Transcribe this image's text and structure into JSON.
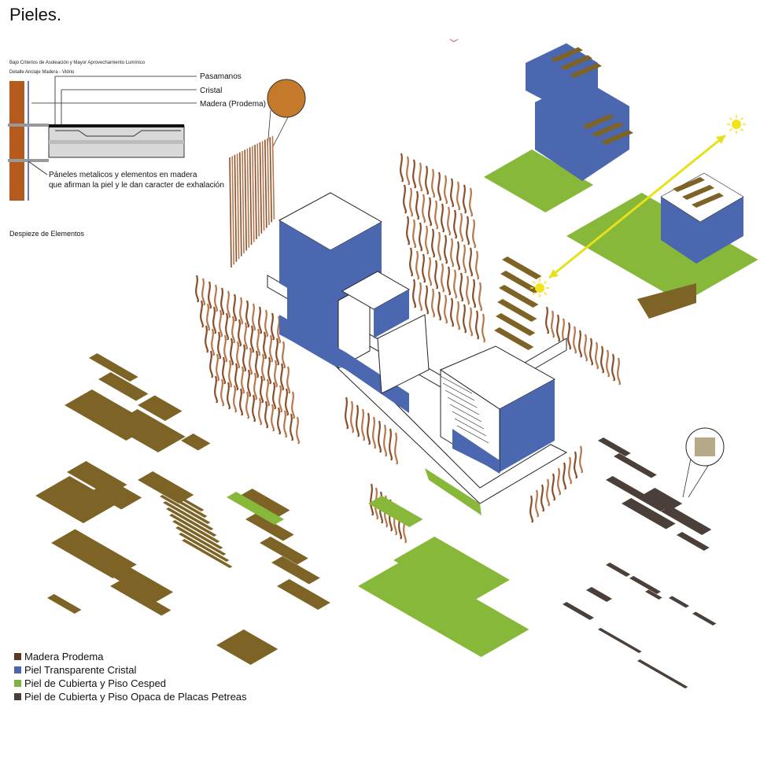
{
  "title": "Pieles.",
  "detail": {
    "note_criteria": "Bajo Criterios de Asoleación y Mayor Aprovechamiento Lumínico",
    "note_detail": "Detalle Anclaje Madera - Vidrio",
    "callouts": [
      "Pasamanos",
      "Cristal",
      "Madera (Prodema)"
    ],
    "panel_note_line1": "Páneles metalicos y elementos en madera",
    "panel_note_line2": "que afirman la piel y le dan caracter de exhalación"
  },
  "section_label": "Despieze de Elementos",
  "legend": [
    {
      "label": "Madera Prodema",
      "color": "#5b3a22"
    },
    {
      "label": "Piel Transparente Cristal",
      "color": "#4a67b0"
    },
    {
      "label": "Piel de Cubierta y Piso Cesped",
      "color": "#7cb342"
    },
    {
      "label": "Piel de Cubierta y Piso Opaca de Placas Petreas",
      "color": "#4a4039"
    }
  ],
  "palette": {
    "wood": "#b8764a",
    "wood_dark": "#8a4f2a",
    "glass": "#4a67b0",
    "grass": "#88b83a",
    "olive": "#7d6326",
    "stone": "#4a4039",
    "sun": "#f2e31a"
  },
  "icons": [
    "sun-icon",
    "wood-sample-icon",
    "stone-sample-icon"
  ]
}
